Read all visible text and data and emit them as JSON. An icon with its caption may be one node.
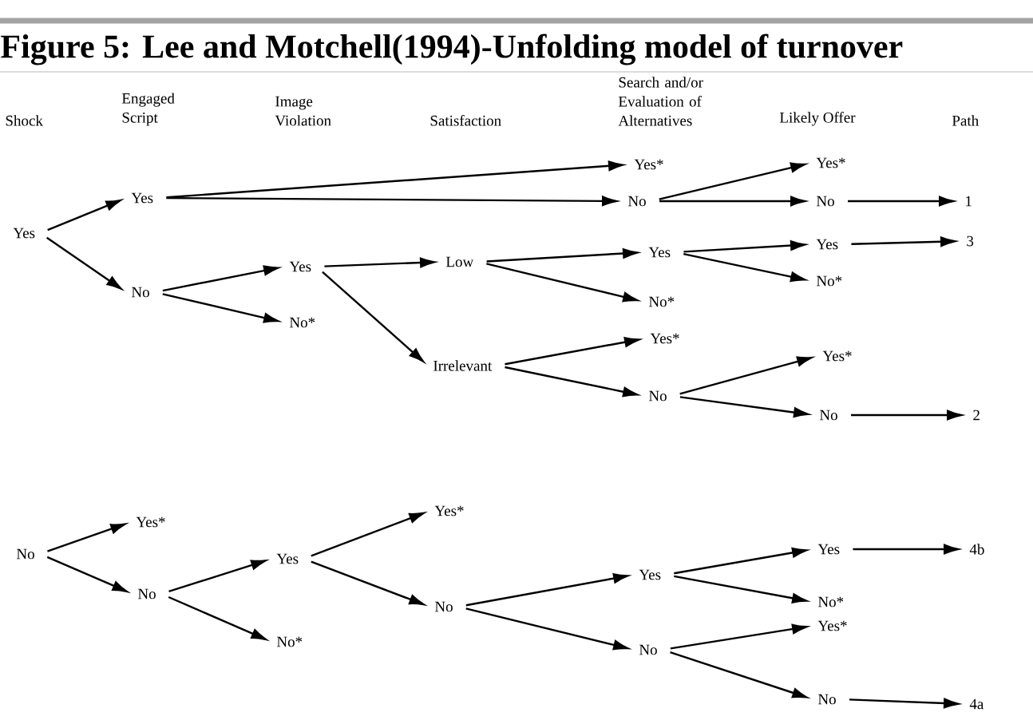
{
  "diagram": {
    "title": "Figure 5: Lee and Motchell(1994)-Unfolding model of turnover",
    "nodes": [
      {
        "text": [
          "Yes"
        ]
      },
      {
        "text": [
          "Yes"
        ]
      },
      {
        "text": [
          "No"
        ]
      },
      {
        "text": [
          "Yes"
        ]
      },
      {
        "text": [
          "No*"
        ]
      },
      {
        "text": [
          "Low"
        ]
      },
      {
        "text": [
          "Irrelevant"
        ]
      },
      {
        "text": [
          "Yes*"
        ]
      },
      {
        "text": [
          "No"
        ]
      },
      {
        "text": [
          "Yes"
        ]
      },
      {
        "text": [
          "No*"
        ]
      },
      {
        "text": [
          "Yes*"
        ]
      },
      {
        "text": [
          "No"
        ]
      },
      {
        "text": [
          "Yes*"
        ]
      },
      {
        "text": [
          "No"
        ]
      },
      {
        "text": [
          "Yes"
        ]
      },
      {
        "text": [
          "No*"
        ]
      },
      {
        "text": [
          "Yes*"
        ]
      },
      {
        "text": [
          "No"
        ]
      },
      {
        "text": [
          "1"
        ]
      },
      {
        "text": [
          "3"
        ]
      },
      {
        "text": [
          "2"
        ]
      },
      {
        "text": [
          "No"
        ]
      },
      {
        "text": [
          "Yes*"
        ]
      },
      {
        "text": [
          "No"
        ]
      },
      {
        "text": [
          "Yes"
        ]
      },
      {
        "text": [
          "No*"
        ]
      },
      {
        "text": [
          "Yes*"
        ]
      },
      {
        "text": [
          "No"
        ]
      },
      {
        "text": [
          "Yes"
        ]
      },
      {
        "text": [
          "No"
        ]
      },
      {
        "text": [
          "Yes"
        ]
      },
      {
        "text": [
          "No*"
        ]
      },
      {
        "text": [
          "Yes*"
        ]
      },
      {
        "text": [
          "No"
        ]
      },
      {
        "text": [
          "4b"
        ]
      },
      {
        "text": [
          "4a"
        ]
      }
    ],
    "edges": [
      {
        "from": 0,
        "to": 1,
        "arrow": "to"
      },
      {
        "from": 0,
        "to": 2,
        "arrow": "to"
      },
      {
        "from": 1,
        "to": 7,
        "arrow": "to"
      },
      {
        "from": 1,
        "to": 8,
        "arrow": "to"
      },
      {
        "from": 2,
        "to": 3,
        "arrow": "to"
      },
      {
        "from": 2,
        "to": 4,
        "arrow": "to"
      },
      {
        "from": 3,
        "to": 5,
        "arrow": "to"
      },
      {
        "from": 3,
        "to": 6,
        "arrow": "to"
      },
      {
        "from": 5,
        "to": 9,
        "arrow": "to"
      },
      {
        "from": 5,
        "to": 10,
        "arrow": "to"
      },
      {
        "from": 6,
        "to": 11,
        "arrow": "to"
      },
      {
        "from": 6,
        "to": 12,
        "arrow": "to"
      },
      {
        "from": 8,
        "to": 13,
        "arrow": "to"
      },
      {
        "from": 8,
        "to": 14,
        "arrow": "to"
      },
      {
        "from": 9,
        "to": 15,
        "arrow": "to"
      },
      {
        "from": 9,
        "to": 16,
        "arrow": "to"
      },
      {
        "from": 12,
        "to": 17,
        "arrow": "to"
      },
      {
        "from": 12,
        "to": 18,
        "arrow": "to"
      },
      {
        "from": 14,
        "to": 19,
        "arrow": "to"
      },
      {
        "from": 15,
        "to": 20,
        "arrow": "to"
      },
      {
        "from": 18,
        "to": 21,
        "arrow": "to"
      },
      {
        "from": 22,
        "to": 23,
        "arrow": "to"
      },
      {
        "from": 22,
        "to": 24,
        "arrow": "to"
      },
      {
        "from": 24,
        "to": 25,
        "arrow": "to"
      },
      {
        "from": 24,
        "to": 26,
        "arrow": "to"
      },
      {
        "from": 25,
        "to": 27,
        "arrow": "to"
      },
      {
        "from": 25,
        "to": 28,
        "arrow": "to"
      },
      {
        "from": 28,
        "to": 29,
        "arrow": "to"
      },
      {
        "from": 28,
        "to": 30,
        "arrow": "to"
      },
      {
        "from": 29,
        "to": 31,
        "arrow": "to"
      },
      {
        "from": 29,
        "to": 32,
        "arrow": "to"
      },
      {
        "from": 30,
        "to": 33,
        "arrow": "to"
      },
      {
        "from": 30,
        "to": 34,
        "arrow": "to"
      },
      {
        "from": 31,
        "to": 35,
        "arrow": "to"
      },
      {
        "from": 34,
        "to": 36,
        "arrow": "to"
      }
    ],
    "labels": [
      "Shock",
      "Engaged Script",
      "Image Violation",
      "Satisfaction",
      "Search and/or Evaluation of Alternatives",
      "Likely Offer",
      "Path"
    ]
  }
}
